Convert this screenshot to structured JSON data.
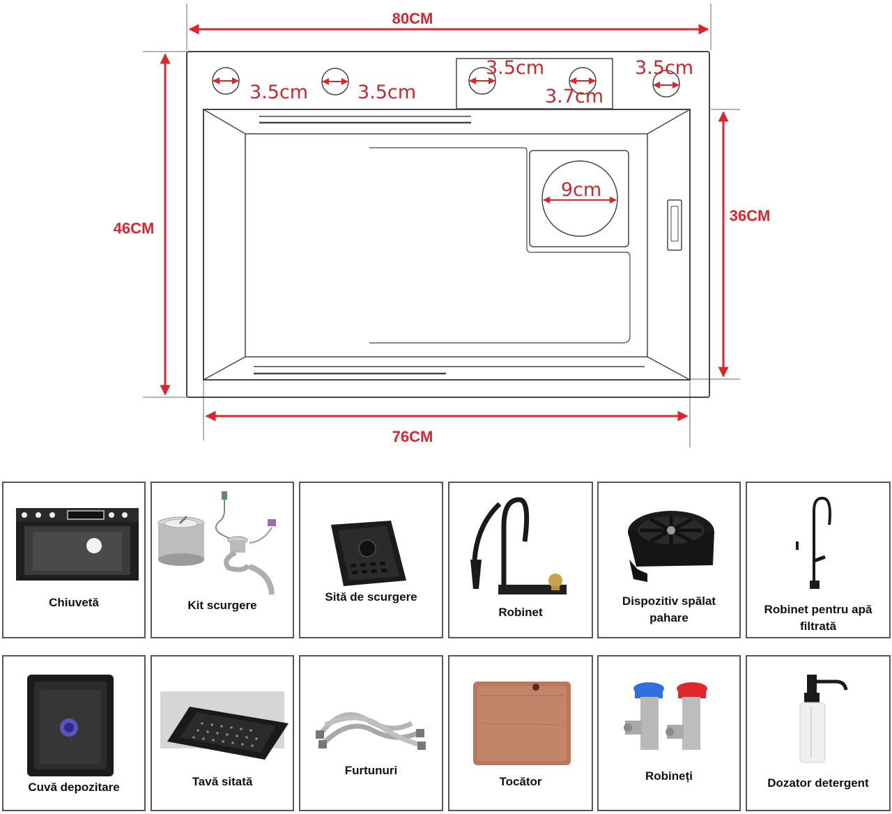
{
  "dimensions": {
    "overall_width": "80CM",
    "overall_depth": "46CM",
    "bowl_depth": "36CM",
    "bowl_width": "76CM",
    "hole_1": "3.5cm",
    "hole_2": "3.5cm",
    "hole_3": "3.5cm",
    "hole_4": "3.7cm",
    "hole_5": "3.5cm",
    "cup_washer": "9cm"
  },
  "components": [
    {
      "label": "Chiuvetă",
      "icon": "sink-icon"
    },
    {
      "label": "Kit scurgere",
      "icon": "drain-kit-icon"
    },
    {
      "label": "Sită de scurgere",
      "icon": "drain-strainer-icon"
    },
    {
      "label": "Robinet",
      "icon": "faucet-icon"
    },
    {
      "label": "Dispozitiv spălat pahare",
      "icon": "glass-rinser-icon"
    },
    {
      "label": "Robinet pentru apă filtrată",
      "icon": "filter-faucet-icon"
    },
    {
      "label": "Cuvă depozitare",
      "icon": "storage-basin-icon"
    },
    {
      "label": "Tavă sitată",
      "icon": "colander-tray-icon"
    },
    {
      "label": "Furtunuri",
      "icon": "hoses-icon"
    },
    {
      "label": "Tocător",
      "icon": "cutting-board-icon"
    },
    {
      "label": "Robineți",
      "icon": "angle-valves-icon"
    },
    {
      "label": "Dozator detergent",
      "icon": "soap-dispenser-icon"
    }
  ],
  "colors": {
    "dimension": "#d8262c",
    "outline": "#444444",
    "product": "#1c1c1c"
  }
}
